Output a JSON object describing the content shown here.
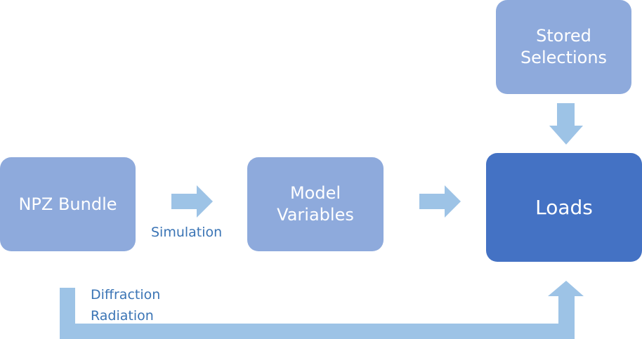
{
  "nodes": {
    "npz_bundle": "NPZ Bundle",
    "model_variables": "Model\nVariables",
    "stored_selections": "Stored\nSelections",
    "loads": "Loads"
  },
  "edge_labels": {
    "simulation": "Simulation",
    "diffraction_radiation": "Diffraction\nRadiation"
  },
  "colors": {
    "node_light": "#8eaadc",
    "node_dark": "#4472c4",
    "arrow": "#9dc3e6",
    "label_text": "#3a74b5"
  }
}
